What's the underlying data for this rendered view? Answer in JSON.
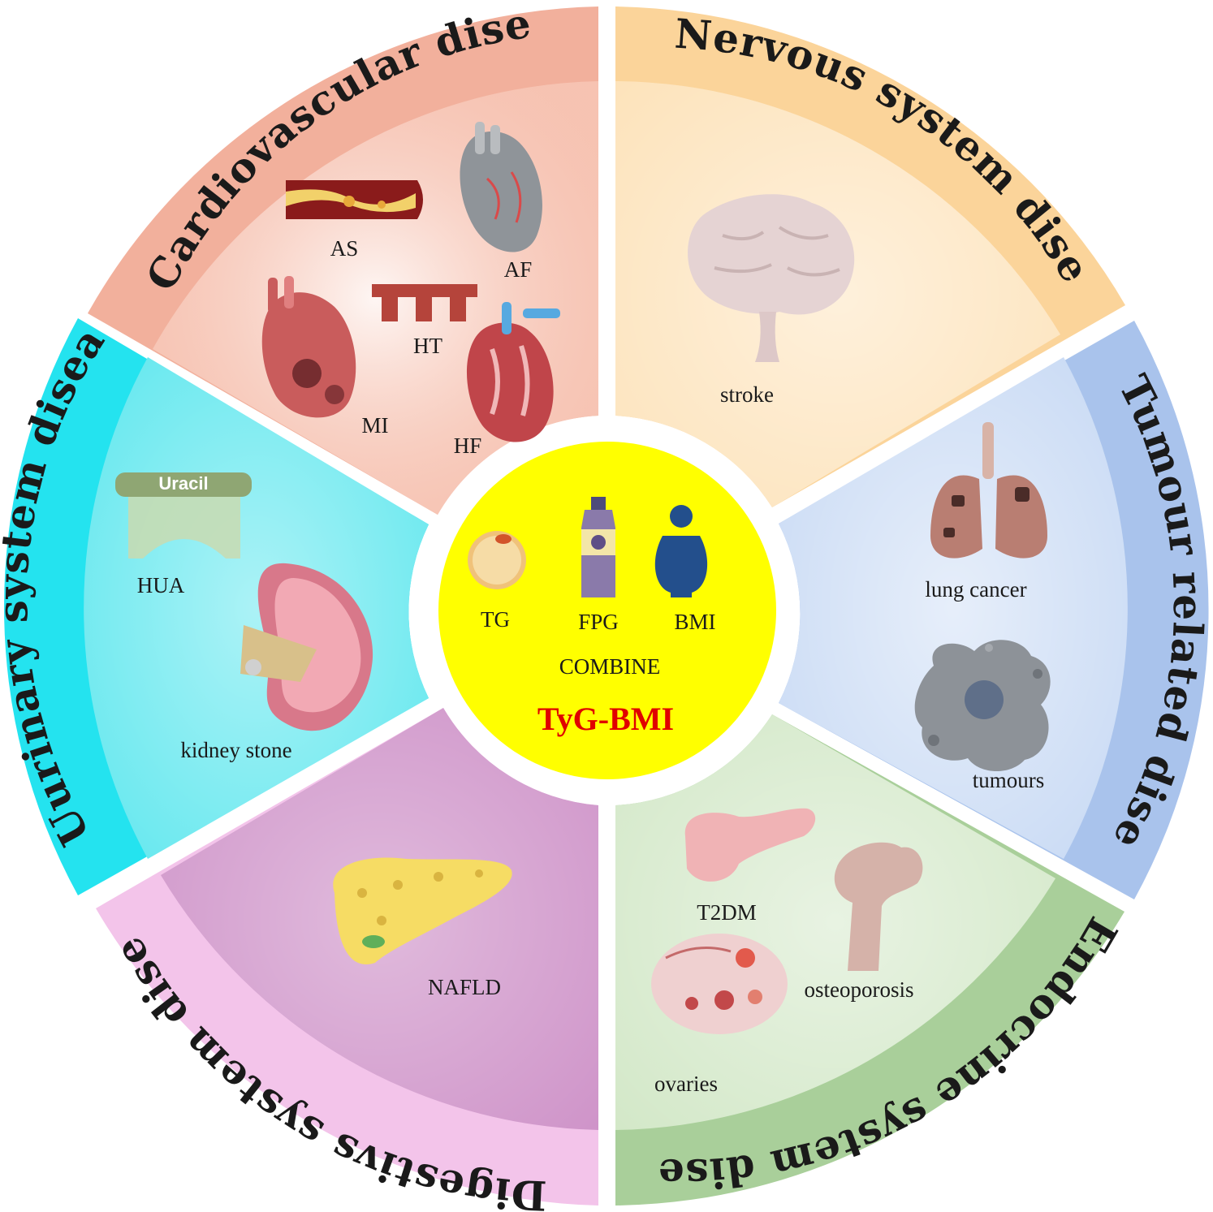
{
  "colors": {
    "cardio": "#f2b09c",
    "nervous": "#fbd49a",
    "tumour": "#a9c3ec",
    "endocrine": "#a9cf9a",
    "digestive": "#f3c4ea",
    "urinary": "#24e3ef",
    "hub": "#ffff00",
    "hub_accent": "#e00000"
  },
  "segments": {
    "cardiovascular": {
      "title": "Cardiovascular diseases",
      "labels": {
        "as": "AS",
        "af": "AF",
        "ht": "HT",
        "mi": "MI",
        "hf": "HF"
      },
      "icons": [
        "artery-icon",
        "heart-af-icon",
        "vessel-ht-icon",
        "heart-mi-icon",
        "heart-hf-icon"
      ]
    },
    "nervous": {
      "title": "Nervous system diseases",
      "labels": {
        "stroke": "stroke"
      },
      "icons": [
        "brain-icon"
      ]
    },
    "tumour": {
      "title": "Tumour related diseases",
      "labels": {
        "lung": "lung cancer",
        "tumours": "tumours"
      },
      "icons": [
        "lungs-icon",
        "tumour-cell-icon"
      ]
    },
    "endocrine": {
      "title": "Endocrine system diseases",
      "labels": {
        "t2dm": "T2DM",
        "osteo": "osteoporosis",
        "ovaries": "ovaries"
      },
      "icons": [
        "pancreas-icon",
        "femur-icon",
        "ovary-icon"
      ]
    },
    "digestive": {
      "title": "Digestivs system diseases",
      "labels": {
        "nafld": "NAFLD"
      },
      "icons": [
        "liver-icon"
      ]
    },
    "urinary": {
      "title": "Uurinary system diseases",
      "labels": {
        "hua": "HUA",
        "stone": "kidney stone",
        "uracil": "Uracil"
      },
      "icons": [
        "uracil-icon",
        "kidney-icon"
      ]
    }
  },
  "hub": {
    "tg": "TG",
    "fpg": "FPG",
    "bmi": "BMI",
    "combine": "COMBINE",
    "main": "TyG-BMI",
    "icons": [
      "fat-cell-icon",
      "glucose-bottle-icon",
      "body-icon"
    ]
  }
}
